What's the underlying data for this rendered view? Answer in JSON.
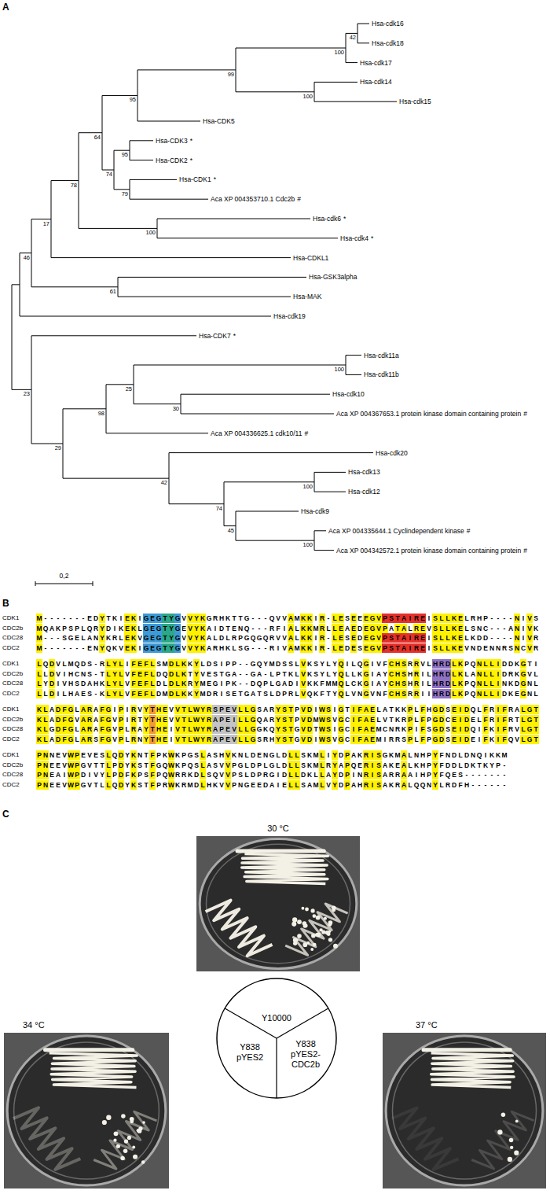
{
  "diagram": {
    "nodes": [
      {
        "text": [
          "30 °C"
        ]
      },
      {
        "text": [
          "Y10000"
        ]
      },
      {
        "text": [
          "Y838 pYES2"
        ]
      },
      {
        "text": [
          "Y838 pYES2-CDC2b"
        ]
      },
      {
        "text": [
          "34 °C"
        ]
      },
      {
        "text": [
          "37 °C"
        ]
      }
    ],
    "labels": [
      "A",
      "Hsa-cdk16",
      "Hsa-cdk18",
      "Hsa-cdk17",
      "Hsa-cdk14",
      "Hsa-cdk15",
      "Hsa-CDK5",
      "Hsa-CDK3",
      "Hsa-CDK2",
      "Hsa-CDK1",
      "Aca XP 004353710.1 Cdc2b",
      "Hsa-cdk6",
      "Hsa-cdk4",
      "Hsa-CDKL1",
      "Hsa-GSK3alpha",
      "Hsa-MAK",
      "Hsa-cdk19",
      "Hsa-CDK7",
      "Hsa-cdk11a",
      "Hsa-cdk11b",
      "Hsa-cdk10",
      "Aca XP 004367653.1 protein kinase domain containing protein",
      "Aca XP 004336625.1 cdk10/11",
      "Hsa-cdk20",
      "Hsa-cdk13",
      "Hsa-cdk12",
      "Hsa-cdk9",
      "Aca XP 004335644.1 Cyclindependent kinase",
      "Aca XP 004342572.1 protein kinase domain containing protein",
      "*",
      "*",
      "*",
      "#",
      "*",
      "*",
      "*",
      "#",
      "#",
      "#",
      "#",
      "42",
      "100",
      "100",
      "99",
      "95",
      "95",
      "79",
      "74",
      "64",
      "100",
      "78",
      "17",
      "61",
      "46",
      "100",
      "30",
      "25",
      "98",
      "100",
      "100",
      "45",
      "74",
      "42",
      "29",
      "23",
      "0,2",
      "B",
      "CDK1",
      "M-------EDYTKIEKIGEGTYGVVYKGRHKTTG---QVVAMKKIR-LESEEEGVPSTAIREISLLKELRHP----NIVS",
      "CDC2b",
      "MQAKPSPLQRYDIKEKLGEGTYGEVYKAIDTENQ---RFIALKKMRLLEAEDEGVPATALREVSLLKELSNC---ANIVK",
      "CDC28",
      "M---SGELANYKRLEKVGEGTYGVVYKALDLRPGQGQRVVALKKIR-LESEDEGVPSTAIREISLLKELKDD----NIVR",
      "CDC2",
      "M-------ENYQKVEKIGEGTYGVVYKARHKLSG---RIVAMKKIR-LEDESEGVPSTAIREISLLKEVNDENNRSNCVR",
      "CDK1",
      "LQDVLMQDS-RLYLIFEFLSMDLKKYLDSIPP--GQYMDSSLVKSYLYQILQGIVFCHSRRVLHRDLKPQNLLIDDKGTI",
      "CDC2b",
      "LLDVIHCNS-TLYLVFEFLDQDLKTYVESTGA--GA-LPTKLVKSYLYQLLKGIAYCHSHRILHRDLKLANLLIDRKGVL",
      "CDC28",
      "LYDIVHSDAHKLYLVFEFLDLDLKRYMEGIPK--DQPLGADIVKKFMMQLCKGIAYCHSHRILHRDLKPQNLLINKDGNL",
      "CDC2",
      "LLDILHAES-KLYLVFEFLDMDLKKYMDRISETGATSLDPRLVQKFTYQLVNGVNFCHSRRIIHRDLKPQNLLIDKEGNL",
      "CDK1",
      "KLADFGLARAFGIPIRVYTHEVVTLWYRSPEVLLGSARYSTPVDIWSIGTIFAELATKKPLFHGDSEIDQLFRIFRALGT",
      "CDC2b",
      "KLADFGVARAFGVPIRTYTHEVVTLWYRAPEILLGQARYSTPVDMWSVGCIFAELVTKRPLFPGDCEIDELFRIFRTLGT",
      "CDC28",
      "KLGDFGLARAFGVPLRAYTHEIVTLWYRAPEVLLGGKQYSTGVDTWSIGCIFAEMCNRKPIFSGDSEIDQIFKIFRVLGT",
      "CDC2",
      "KLADFGLARSFGVPLRNYTHEIVTLWYRAPEVLLGSRHYSTGVDIWSVGCIFAEMIRRSPLFPGDSEIDEIFKIFQVLGT",
      "CDK1",
      "PNNEVWPEVESLQDYKNTFPKWKPGSLASHVKNLDENGLDLLSKMLIYDPAKRISGKMALNHPYFNDLDNQIKKM",
      "CDC2b",
      "PNEEVWPGVTTLPDYKSTFGQWKPQSLASVVPGLDPLGLDLLSKMLRYAPQERISAKEALKHPYFDDLDKTKYP-",
      "CDC28",
      "PNEAIWPDIVYLPDFKPSFPQWRRKDLSQVVPSLDPRGIDLLDKLLAYDPINRISARRAAIHPYFQES-------",
      "CDC2",
      "PNEEVWPGVTLLQDYKSTFPRWKRMDLHKVVPNGEEDAIELLSAMLVYDPAHRISAKRALQQNYLRDFH------",
      "C"
    ]
  }
}
